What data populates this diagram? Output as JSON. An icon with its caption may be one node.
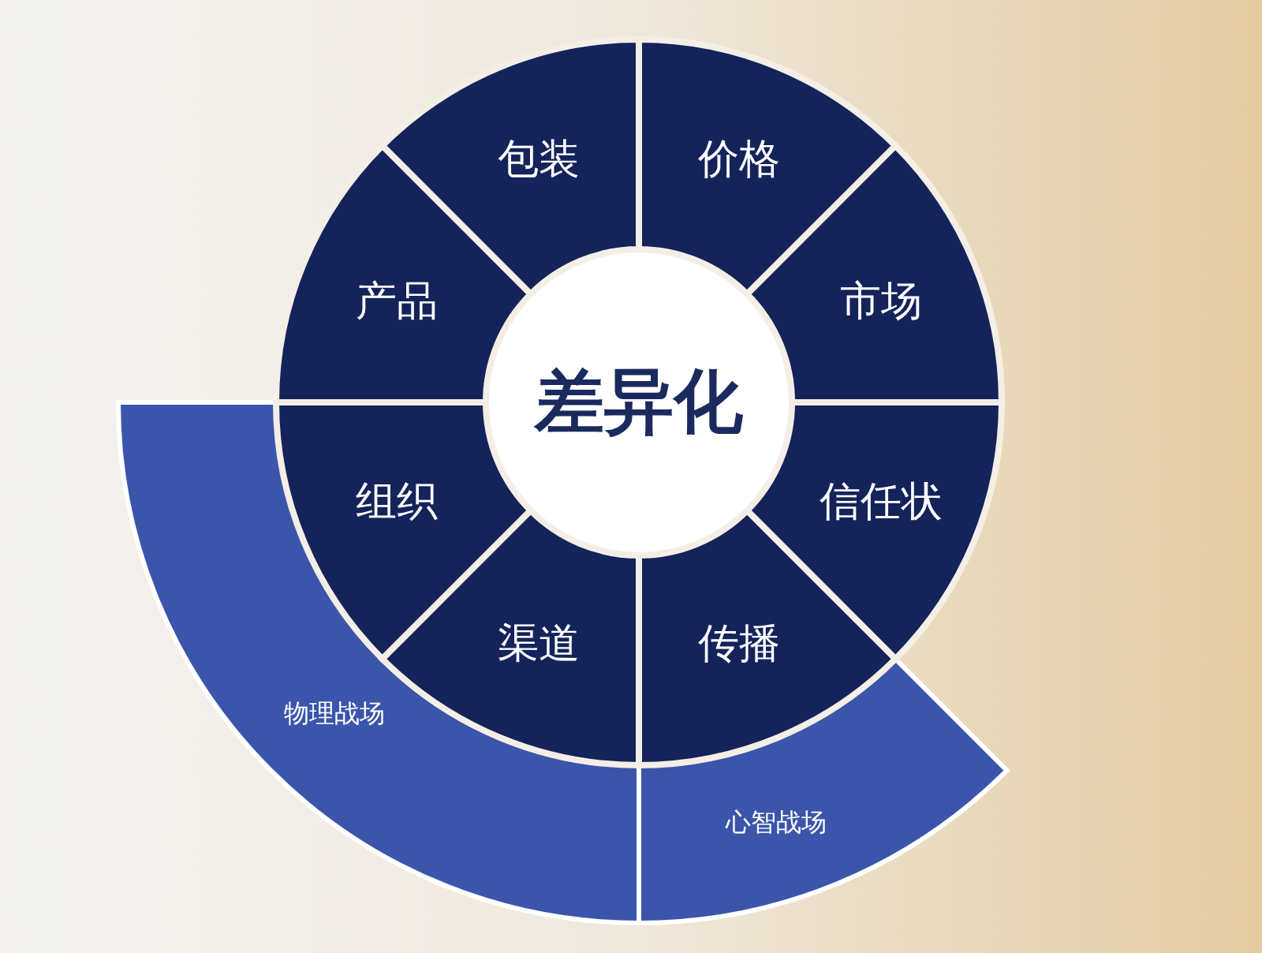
{
  "diagram": {
    "nodes": [
      {
        "text": [
          "包装"
        ]
      },
      {
        "text": [
          "价格"
        ]
      },
      {
        "text": [
          "产品"
        ]
      },
      {
        "text": [
          "市场"
        ]
      },
      {
        "text": [
          "差异化"
        ]
      },
      {
        "text": [
          "组织"
        ]
      },
      {
        "text": [
          "信任状"
        ]
      },
      {
        "text": [
          "渠道"
        ]
      },
      {
        "text": [
          "传播"
        ]
      },
      {
        "text": [
          "物理战场"
        ]
      },
      {
        "text": [
          "心智战场"
        ]
      }
    ]
  }
}
